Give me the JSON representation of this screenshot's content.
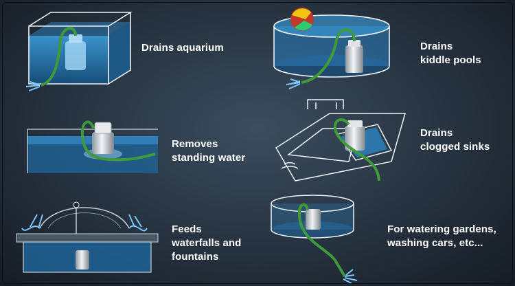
{
  "uses": [
    {
      "id": "aquarium",
      "caption": "Drains aquarium"
    },
    {
      "id": "kiddle-pools",
      "caption": "Drains\nkiddle pools"
    },
    {
      "id": "standing-water",
      "caption": "Removes\nstanding water"
    },
    {
      "id": "clogged-sinks",
      "caption": "Drains\nclogged sinks"
    },
    {
      "id": "waterfalls",
      "caption": "Feeds\nwaterfalls and\nfountains"
    },
    {
      "id": "gardens",
      "caption": "For watering gardens,\nwashing cars, etc..."
    }
  ],
  "colors": {
    "background": "#26323f",
    "outline": "#eef4fa",
    "water": "#2d8fd0",
    "hose": "#3f9b3a",
    "pump": "#c9ced3",
    "splash": "#7cc8ff"
  }
}
